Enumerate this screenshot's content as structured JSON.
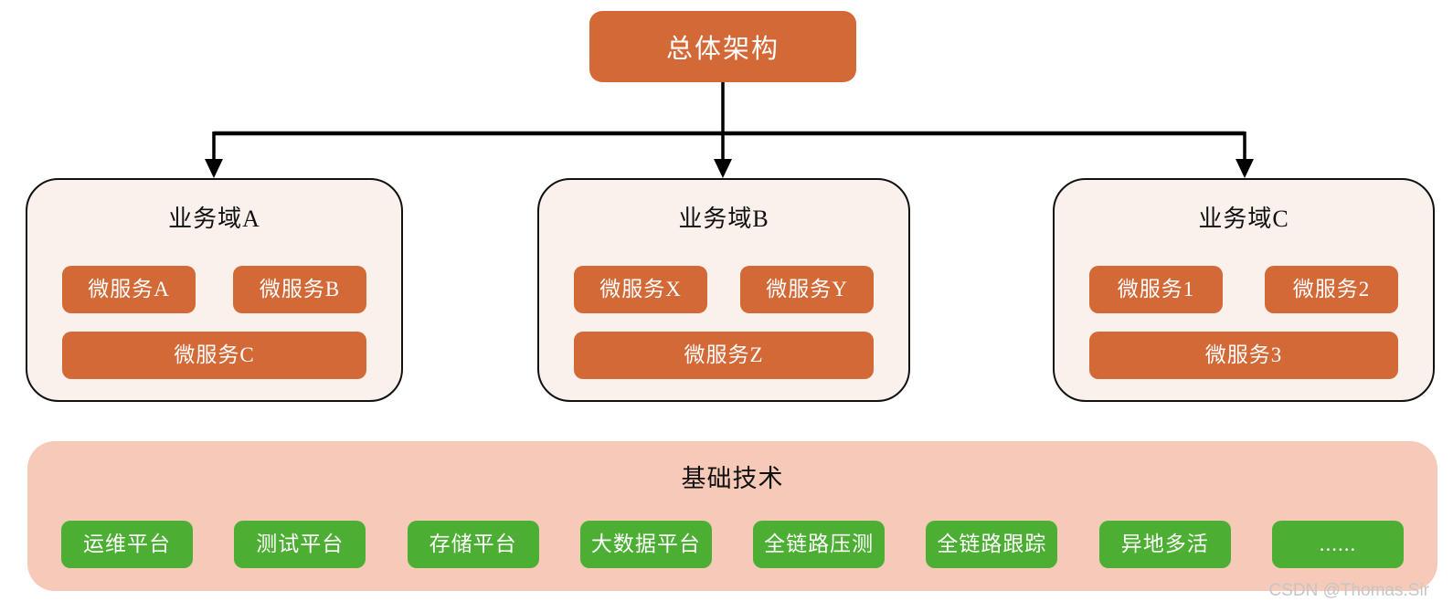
{
  "root_node": {
    "label": "总体架构"
  },
  "domains": [
    {
      "title": "业务域A",
      "services": [
        "微服务A",
        "微服务B",
        "微服务C"
      ]
    },
    {
      "title": "业务域B",
      "services": [
        "微服务X",
        "微服务Y",
        "微服务Z"
      ]
    },
    {
      "title": "业务域C",
      "services": [
        "微服务1",
        "微服务2",
        "微服务3"
      ]
    }
  ],
  "foundation": {
    "title": "基础技术",
    "items": [
      "运维平台",
      "测试平台",
      "存储平台",
      "大数据平台",
      "全链路压测",
      "全链路跟踪",
      "异地多活",
      "......"
    ]
  },
  "watermark": "CSDN @Thomas.Sir",
  "colors": {
    "node_orange": "#D46938",
    "domain_fill": "#FAF0EC",
    "domain_border": "#111111",
    "panel_pink": "#F6C9B8",
    "platform_green": "#4CAE32",
    "connector_black": "#000000",
    "watermark_gray": "#C6C6C6"
  }
}
